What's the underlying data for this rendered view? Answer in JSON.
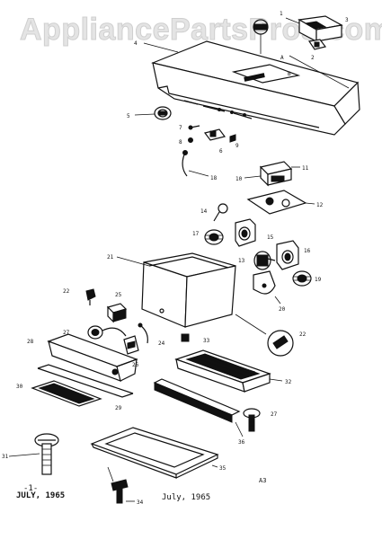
{
  "watermark": "AppliancePartsPros.com",
  "footer": {
    "page_number": "-1-",
    "date_left": "JULY, 1965",
    "date_right": "July, 1965",
    "code": "A3"
  },
  "labels": {
    "l1": "1",
    "l2": "2",
    "l3": "3",
    "l4": "4",
    "l5": "5",
    "l6": "6",
    "l7": "7",
    "l8": "8",
    "l9": "9",
    "l10": "10",
    "l11": "11",
    "l12": "12",
    "l13": "13",
    "l14": "14",
    "l15": "15",
    "l16": "16",
    "l17": "17",
    "l18": "18",
    "l19": "19",
    "l20": "20",
    "l21": "21",
    "l22a": "22",
    "l22b": "22",
    "l25": "25",
    "l24": "24",
    "l26": "26",
    "l27a": "27",
    "l27b": "27",
    "l28": "28",
    "l29": "29",
    "l30": "30",
    "l31": "31",
    "l32": "32",
    "l33": "33",
    "l34": "34",
    "l35": "35",
    "l36": "36",
    "lA": "A",
    "lB": "B"
  }
}
